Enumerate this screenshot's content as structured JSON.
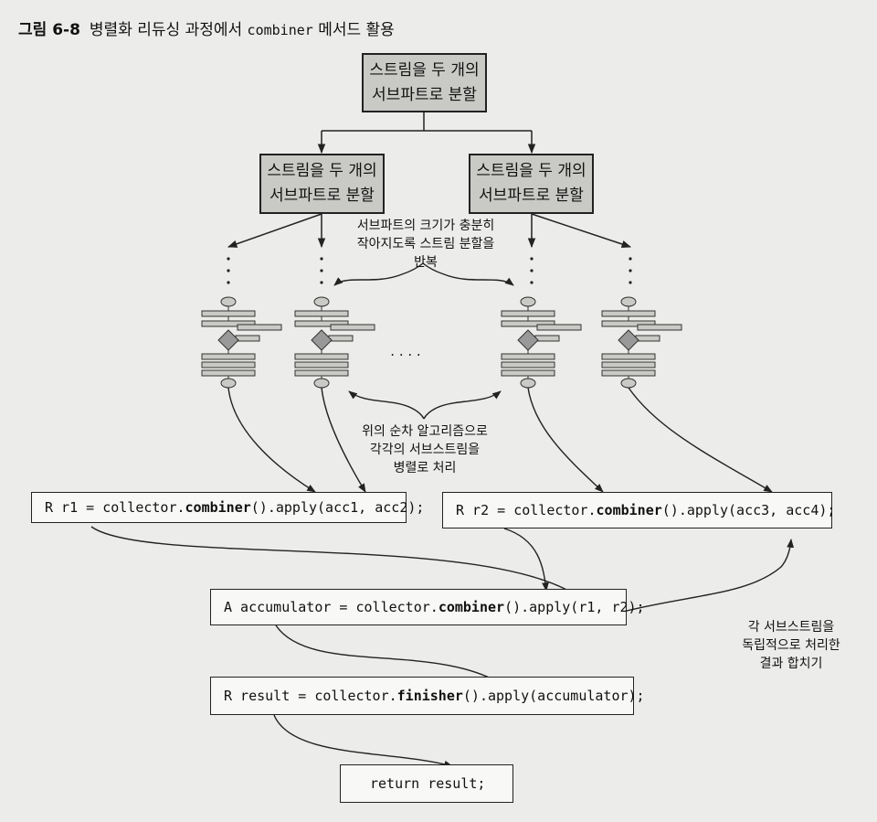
{
  "caption": {
    "figure": "그림 6-8",
    "title_prefix": "병렬화 리듀싱 과정에서 ",
    "title_code": "combiner",
    "title_suffix": " 메서드 활용"
  },
  "split_top": {
    "line1": "스트림을 두 개의",
    "line2": "서브파트로 분할"
  },
  "split_left": {
    "line1": "스트림을 두 개의",
    "line2": "서브파트로 분할"
  },
  "split_right": {
    "line1": "스트림을 두 개의",
    "line2": "서브파트로 분할"
  },
  "note_repeat": {
    "line1": "서브파트의 크기가 충분히",
    "line2": "작아지도록 스트림 분할을",
    "line3": "반복"
  },
  "ellipsis": ". . . .",
  "note_parallel": {
    "line1": "위의 순차 알고리즘으로",
    "line2": "각각의 서브스트림을",
    "line3": "병렬로 처리"
  },
  "note_combine": {
    "line1": "각 서브스트림을",
    "line2": "독립적으로 처리한",
    "line3": "결과 합치기"
  },
  "code_r1": {
    "pre": "R r1 = collector.",
    "bold": "combiner",
    "post": "().apply(acc1, acc2);"
  },
  "code_r2": {
    "pre": "R r2 = collector.",
    "bold": "combiner",
    "post": "().apply(acc3, acc4);"
  },
  "code_acc": {
    "pre": "A accumulator = collector.",
    "bold": "combiner",
    "post": "().apply(r1, r2);"
  },
  "code_result": {
    "pre": "R result = collector.",
    "bold": "finisher",
    "post": "().apply(accumulator);"
  },
  "code_return": "return result;"
}
